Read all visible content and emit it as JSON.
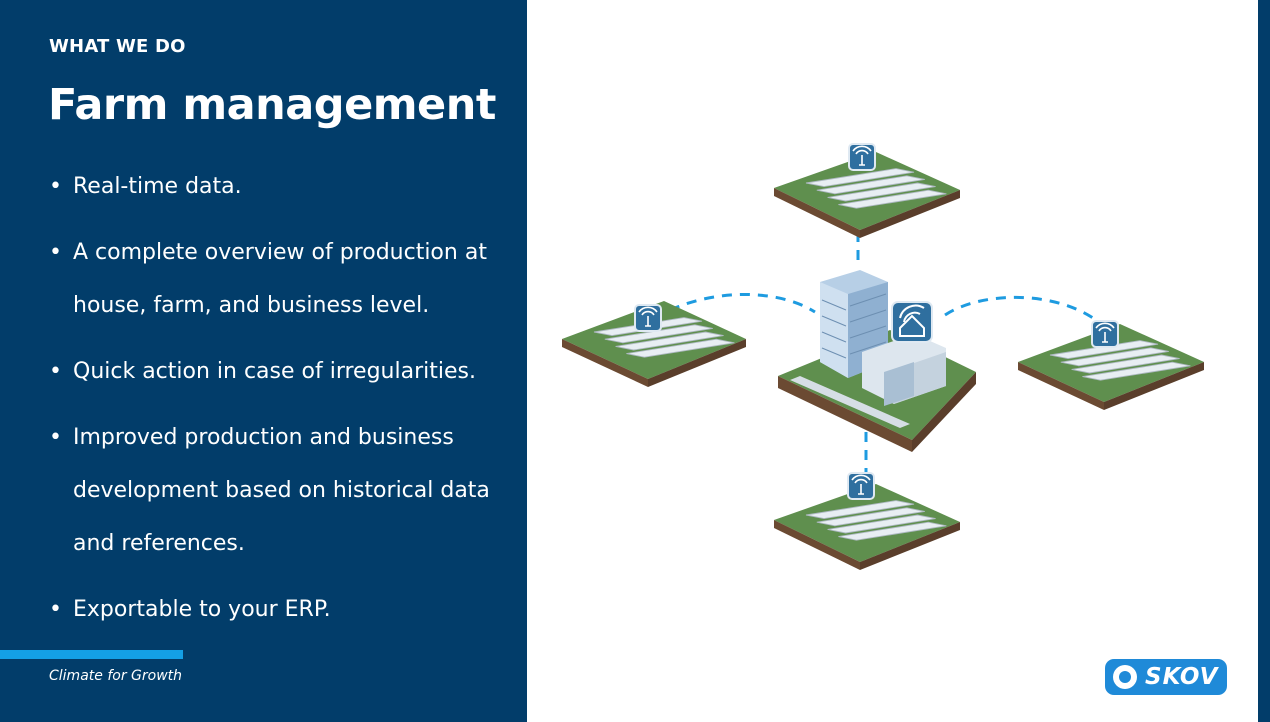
{
  "slide": {
    "eyebrow": "WHAT WE DO",
    "title": "Farm management",
    "bullets": [
      "Real-time data.",
      "A complete overview of production at house, farm, and business level.",
      "Quick action in case of irregularities.",
      "Improved production and business development based on historical data and references.",
      "Exportable to your ERP."
    ],
    "tagline": "Climate for Growth",
    "logo_text": "SKOV"
  },
  "colors": {
    "panel": "#023d6a",
    "accent": "#14a0e6",
    "grass": "#5f8f4e",
    "soil": "#6b4a32",
    "building": "#bcd4ec",
    "icon_tile": "#2f6f9f",
    "logo": "#1f8ad8"
  },
  "icons": {
    "farm_signal": "signal-tower-icon",
    "center_app": "house-wifi-icon",
    "logo_mark": "skov-logo-icon"
  }
}
